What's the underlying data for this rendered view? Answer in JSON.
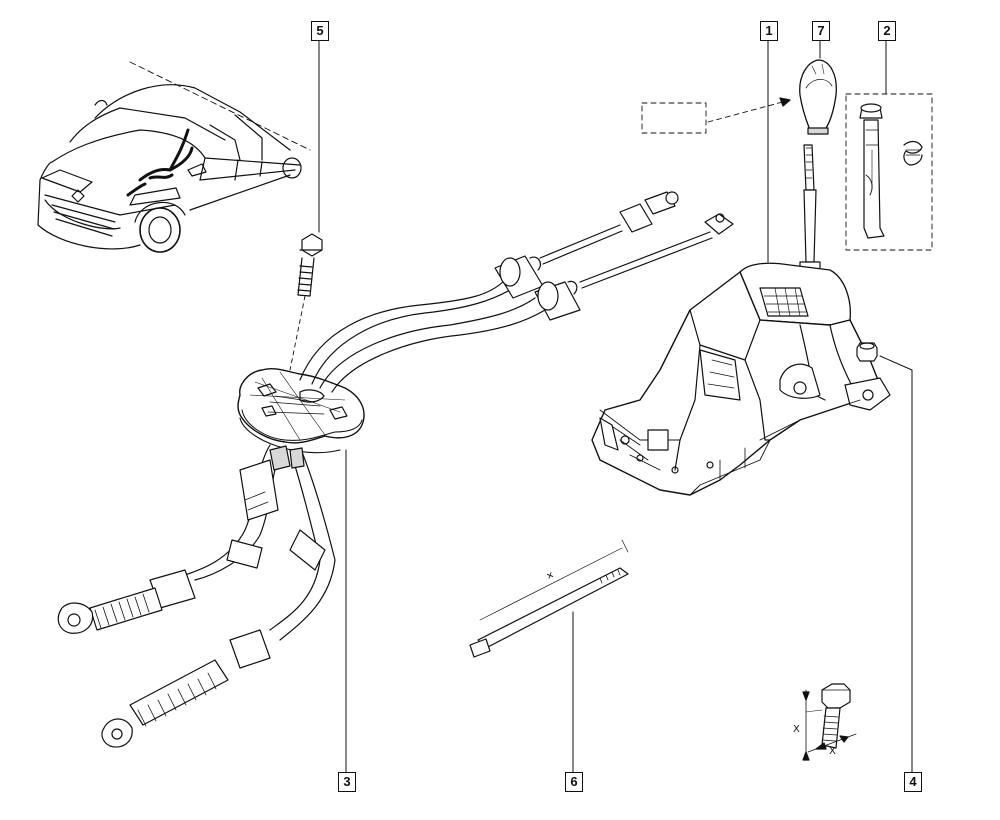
{
  "callouts": {
    "c1": "1",
    "c2": "2",
    "c3": "3",
    "c4": "4",
    "c5": "5",
    "c6": "6",
    "c7": "7"
  },
  "dimensions": {
    "bolt_height": "X",
    "bolt_width": "X"
  },
  "colors": {
    "line": "#111111",
    "fill": "#ffffff",
    "shade": "#d8d8d8"
  }
}
